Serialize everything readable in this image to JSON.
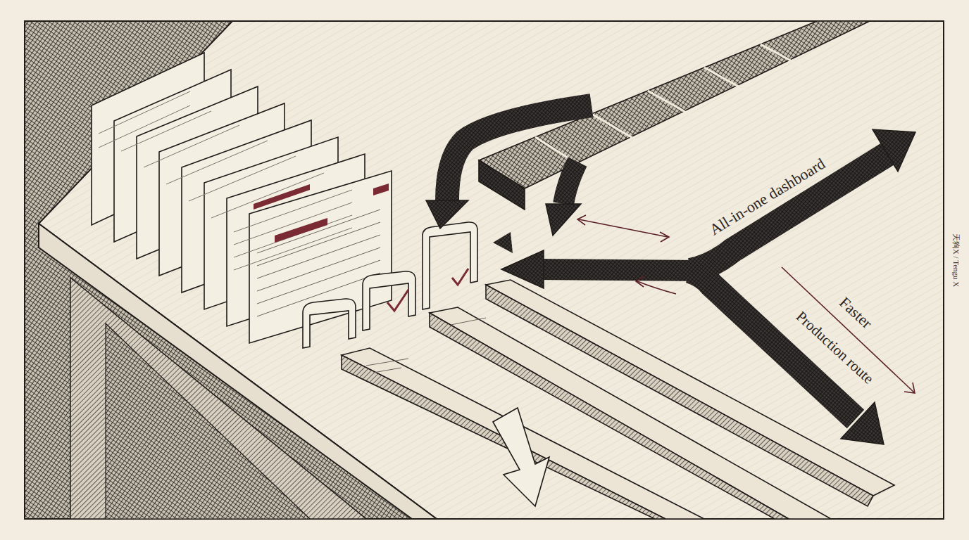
{
  "diagram": {
    "labels": [
      "All-in-one dashboard",
      "Faster",
      "Production route",
      "天狗X / Tengu X"
    ]
  }
}
